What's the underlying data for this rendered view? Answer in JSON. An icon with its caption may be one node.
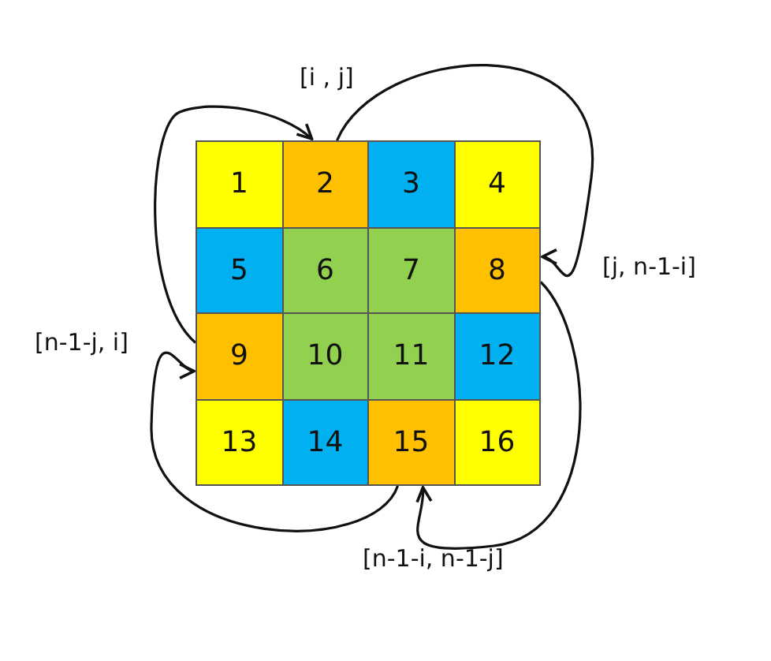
{
  "diagram": {
    "nodes": [
      {
        "text": [
          "1"
        ]
      },
      {
        "text": [
          "2"
        ],
        "beside": [
          "[i , j]"
        ]
      },
      {
        "text": [
          "3"
        ]
      },
      {
        "text": [
          "4"
        ]
      },
      {
        "text": [
          "5"
        ]
      },
      {
        "text": [
          "6"
        ]
      },
      {
        "text": [
          "7"
        ]
      },
      {
        "text": [
          "8"
        ],
        "beside": [
          "[j, n-1-i]"
        ]
      },
      {
        "text": [
          "9"
        ],
        "beside": [
          "[n-1-j, i]"
        ]
      },
      {
        "text": [
          "10"
        ]
      },
      {
        "text": [
          "11"
        ]
      },
      {
        "text": [
          "12"
        ]
      },
      {
        "text": [
          "13"
        ]
      },
      {
        "text": [
          "14"
        ]
      },
      {
        "text": [
          "15"
        ],
        "beside": [
          "[n-1-i, n-1-j]"
        ]
      },
      {
        "text": [
          "16"
        ]
      }
    ],
    "edges": [
      {
        "from": 1,
        "to": 7,
        "arrow": "to"
      },
      {
        "from": 7,
        "to": 14,
        "arrow": "to"
      },
      {
        "from": 14,
        "to": 8,
        "arrow": "to"
      },
      {
        "from": 8,
        "to": 1,
        "arrow": "to"
      }
    ]
  }
}
